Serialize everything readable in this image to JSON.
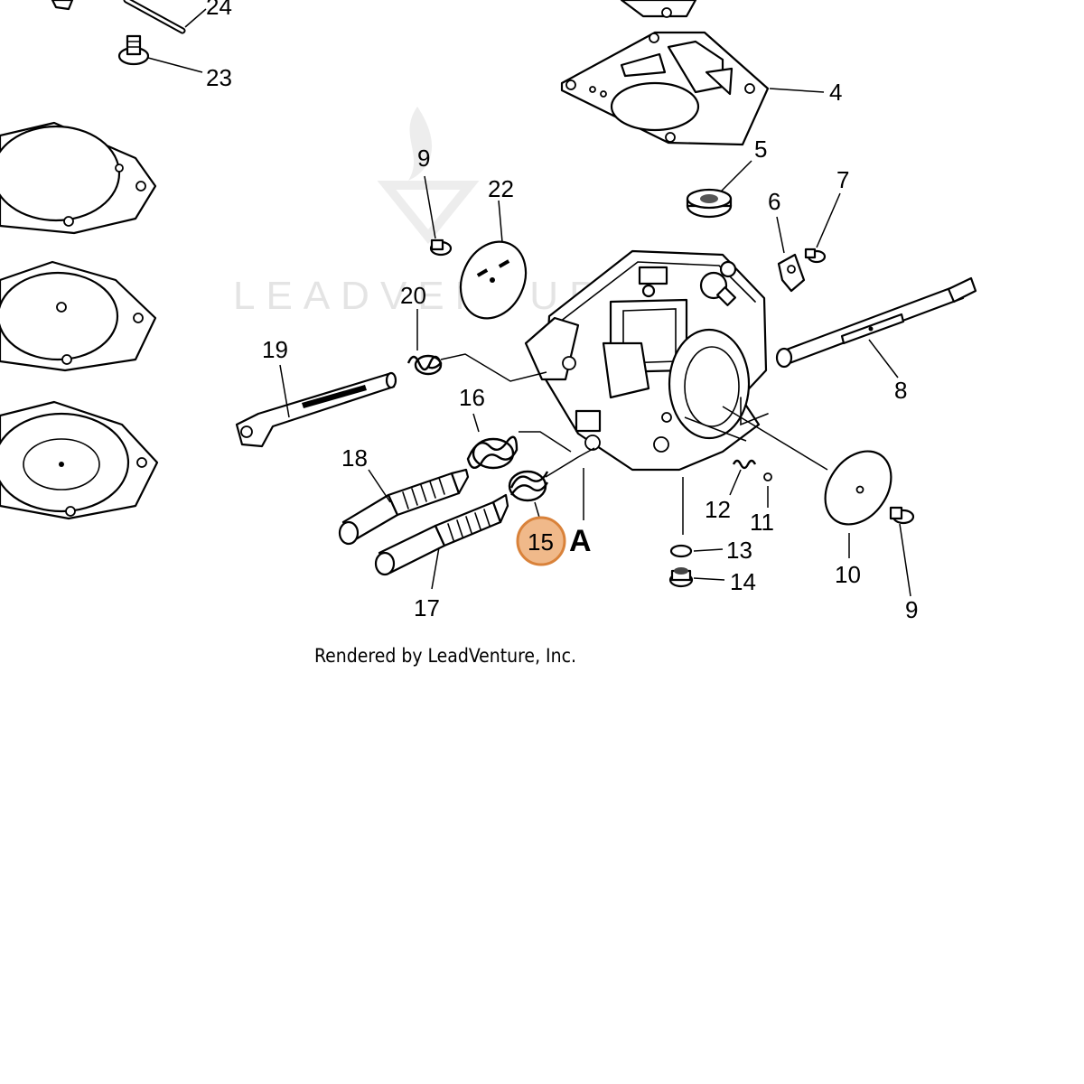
{
  "diagram": {
    "credit": "Rendered by LeadVenture, Inc.",
    "watermark": "LEADVENTURE",
    "highlight_color": "#f0b98a",
    "highlight_stroke": "#d9823a",
    "callouts": {
      "c24": "24",
      "c23": "23",
      "c4": "4",
      "c5": "5",
      "c9a": "9",
      "c22": "22",
      "c6": "6",
      "c7": "7",
      "c20": "20",
      "c19": "19",
      "c8": "8",
      "c16": "16",
      "c18": "18",
      "c12": "12",
      "c11": "11",
      "c15": "15",
      "cA": "A",
      "c13": "13",
      "c10": "10",
      "c9b": "9",
      "c14": "14",
      "c17": "17"
    }
  }
}
